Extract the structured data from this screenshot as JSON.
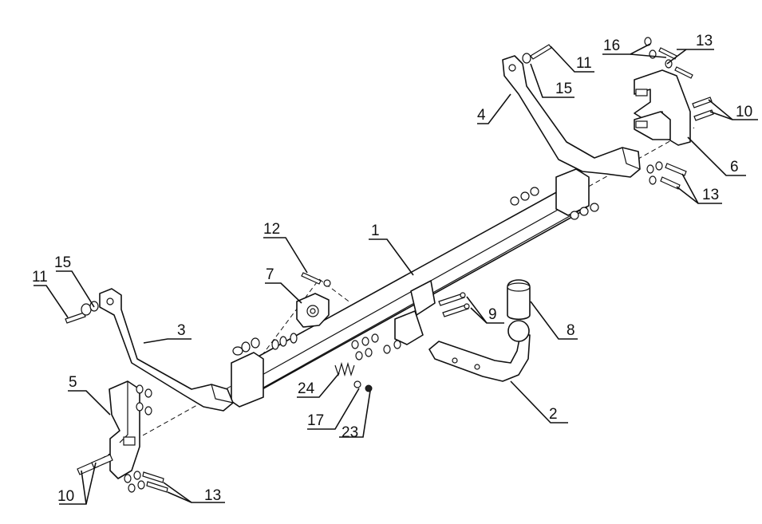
{
  "callouts": {
    "c1": "1",
    "c2": "2",
    "c3": "3",
    "c4": "4",
    "c5": "5",
    "c6": "6",
    "c7": "7",
    "c8": "8",
    "c9": "9",
    "c10_right": "10",
    "c10_left": "10",
    "c11_right": "11",
    "c11_left": "11",
    "c12": "12",
    "c13_top": "13",
    "c13_mid": "13",
    "c13_bottom": "13",
    "c15_right": "15",
    "c15_left": "15",
    "c16": "16",
    "c17": "17",
    "c23": "23",
    "c24": "24"
  }
}
